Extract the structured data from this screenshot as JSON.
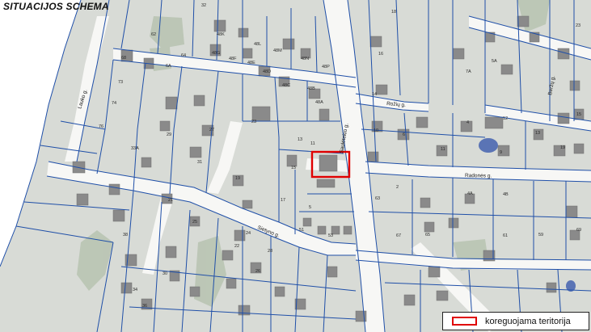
{
  "map": {
    "title": "SITUACIJOS SCHEMA",
    "legend": {
      "label": "koreguojama teritorija",
      "color": "#e00000"
    },
    "colors": {
      "parcel_line": "#1f4fa8",
      "road": "#f7f7f5",
      "ground": "#d8dbd6",
      "building": "#8a8a8a",
      "vegetation": "#b9c4b3",
      "water": "#5a74b5"
    },
    "streets": [
      "Lauko g.",
      "Beržų g.",
      "Saulėtekio g.",
      "Rožių g.",
      "Radonės g.",
      "Sietyno g."
    ],
    "parcel_numbers": {
      "west": [
        "62",
        "68",
        "64",
        "73",
        "74",
        "76",
        "33A",
        "6A"
      ],
      "north": [
        "32",
        "48K",
        "48L",
        "48G",
        "48F",
        "48E",
        "48D",
        "48M",
        "48C",
        "48N",
        "48P",
        "48B",
        "48A"
      ],
      "centre": [
        "23",
        "27",
        "31",
        "29",
        "15",
        "13",
        "11",
        "17",
        "19",
        "21",
        "5",
        "51",
        "53"
      ],
      "south": [
        "24",
        "22",
        "26",
        "30",
        "34",
        "36",
        "38",
        "25",
        "28"
      ],
      "east": [
        "18",
        "16",
        "14",
        "10",
        "6",
        "2",
        "4",
        "4A",
        "4B",
        "63",
        "61",
        "65",
        "67",
        "59",
        "69"
      ],
      "far_east": [
        "23",
        "5A",
        "7A",
        "11",
        "12",
        "19",
        "15",
        "9",
        "13"
      ]
    }
  }
}
